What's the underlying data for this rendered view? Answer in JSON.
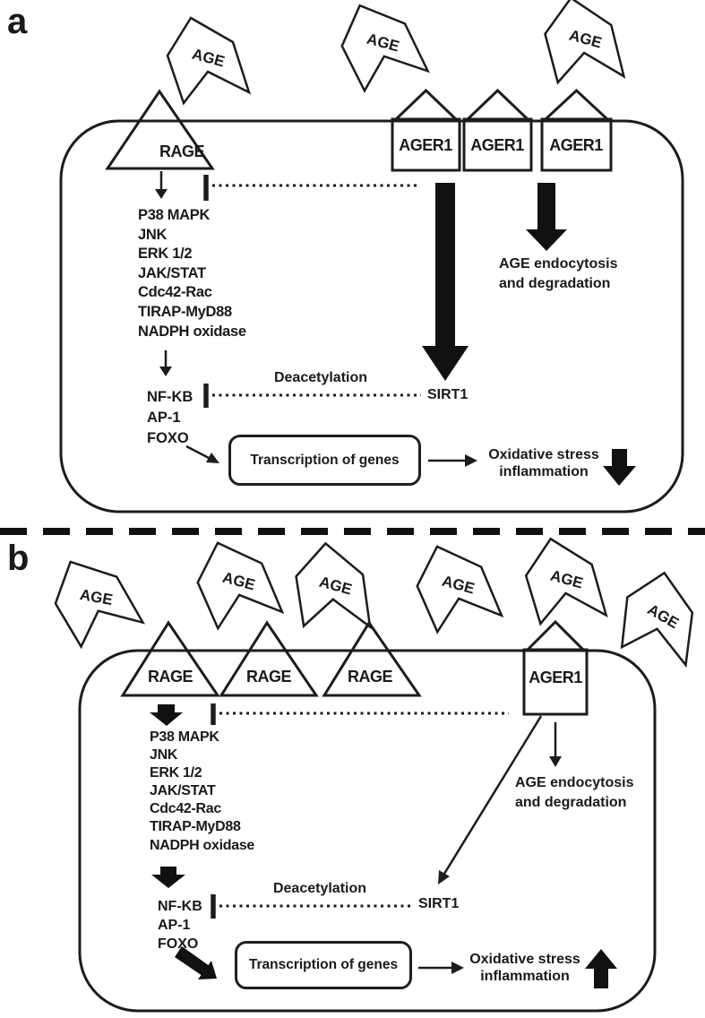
{
  "colors": {
    "ink": "#1a1a1a",
    "background": "#ffffff"
  },
  "panel_a": {
    "label": "a",
    "age": "AGE",
    "rage": "RAGE",
    "ager1": "AGER1",
    "kinases": [
      "P38 MAPK",
      "JNK",
      "ERK 1/2",
      "JAK/STAT",
      "Cdc42-Rac",
      "TIRAP-MyD88",
      "NADPH oxidase"
    ],
    "transcription_factors": [
      "NF-KB",
      "AP-1",
      "FOXO"
    ],
    "deacetylation": "Deacetylation",
    "sirt1": "SIRT1",
    "transcription_box": "Transcription of genes",
    "endocytosis_line1": "AGE endocytosis",
    "endocytosis_line2": "and degradation",
    "outcome_line1": "Oxidative stress",
    "outcome_line2": "inflammation"
  },
  "panel_b": {
    "label": "b",
    "age": "AGE",
    "rage": "RAGE",
    "ager1": "AGER1",
    "kinases": [
      "P38 MAPK",
      "JNK",
      "ERK 1/2",
      "JAK/STAT",
      "Cdc42-Rac",
      "TIRAP-MyD88",
      "NADPH oxidase"
    ],
    "transcription_factors": [
      "NF-KB",
      "AP-1",
      "FOXO"
    ],
    "deacetylation": "Deacetylation",
    "sirt1": "SIRT1",
    "transcription_box": "Transcription of genes",
    "endocytosis_line1": "AGE endocytosis",
    "endocytosis_line2": "and degradation",
    "outcome_line1": "Oxidative stress",
    "outcome_line2": "inflammation"
  }
}
